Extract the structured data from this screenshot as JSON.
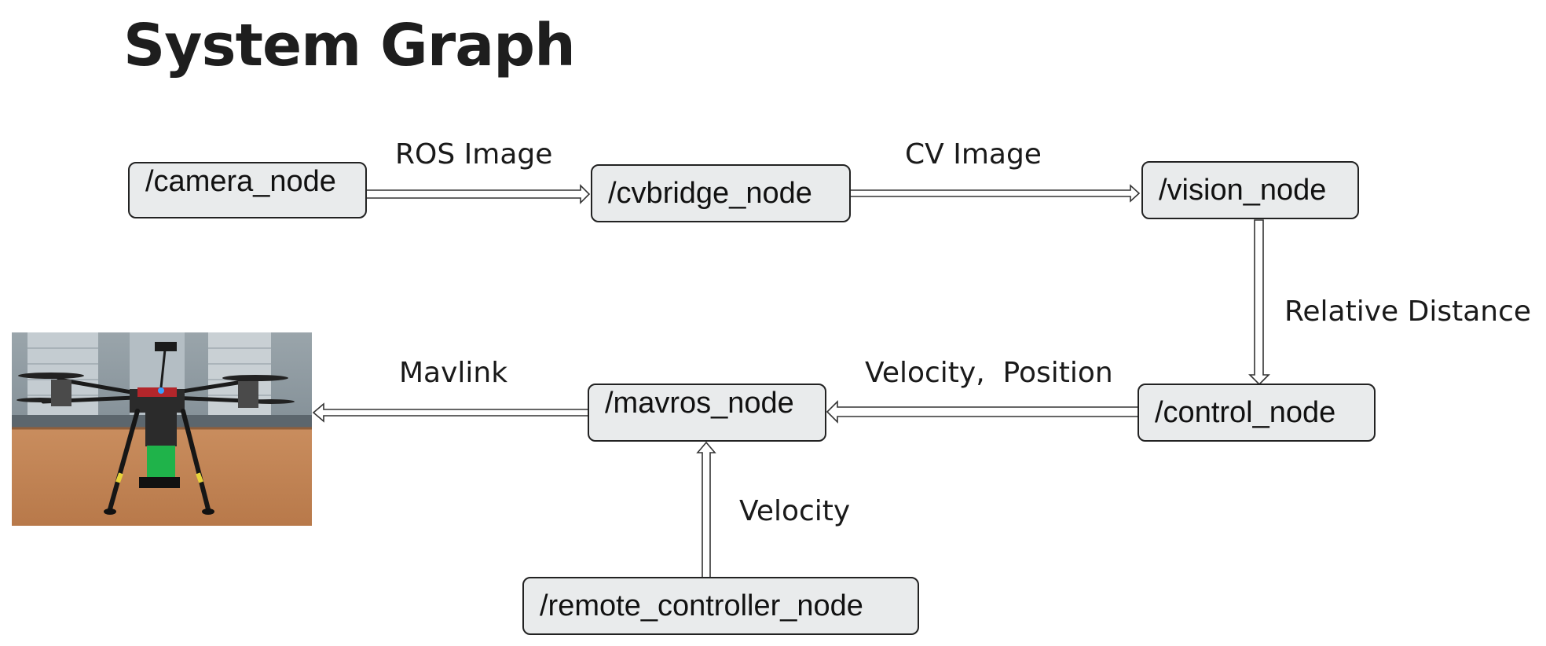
{
  "title": "System Graph",
  "nodes": {
    "camera": "/camera_node",
    "cvbridge": "/cvbridge_node",
    "vision": "/vision_node",
    "control": "/control_node",
    "mavros": "/mavros_node",
    "remote": "/remote_controller_node"
  },
  "edges": {
    "camera_to_cvbridge": "ROS Image",
    "cvbridge_to_vision": "CV Image",
    "vision_to_control": "Relative Distance",
    "control_to_mavros": "Velocity,  Position",
    "mavros_to_drone": "Mavlink",
    "remote_to_mavros": "Velocity"
  },
  "colors": {
    "node_fill": "#e9ebec",
    "node_border": "#222222",
    "arrow": "#333333"
  },
  "image": "quadcopter-drone-photo"
}
